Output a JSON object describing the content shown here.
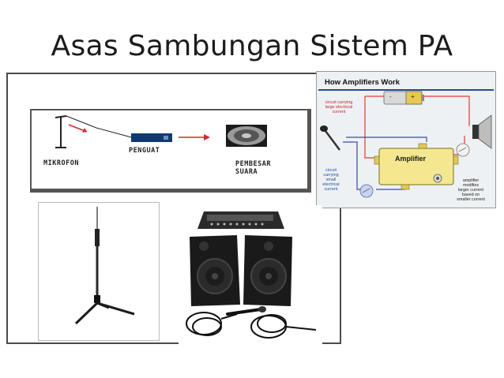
{
  "slide": {
    "title": "Asas Sambungan Sistem PA"
  },
  "signal_diagram": {
    "labels": {
      "mikrofon": "MIKROFON",
      "penguat": "PENGUAT",
      "pembesar_line1": "PEMBESAR",
      "pembesar_line2": "SUARA"
    },
    "colors": {
      "arrow": "#d9262c",
      "amp_body": "#123a72"
    }
  },
  "how_amplifiers_work": {
    "title": "How Amplifiers Work",
    "amplifier_label": "Amplifier",
    "notes": {
      "large_current": [
        "circuit carrying",
        "large electrical",
        "current"
      ],
      "small_current": [
        "circuit",
        "carrying",
        "small",
        "electrical",
        "current"
      ],
      "amplifier_modifies": [
        "amplifier",
        "modifies",
        "larger current",
        "based on",
        "smaller current"
      ]
    },
    "battery": {
      "minus": "-",
      "plus": "+"
    },
    "colors": {
      "large_circuit": "#e53935",
      "small_circuit": "#3949ab",
      "amplifier_body": "#f3e88f"
    }
  },
  "photos": {
    "stand": "microphone-stand",
    "equipment": "pa-system-kit"
  }
}
